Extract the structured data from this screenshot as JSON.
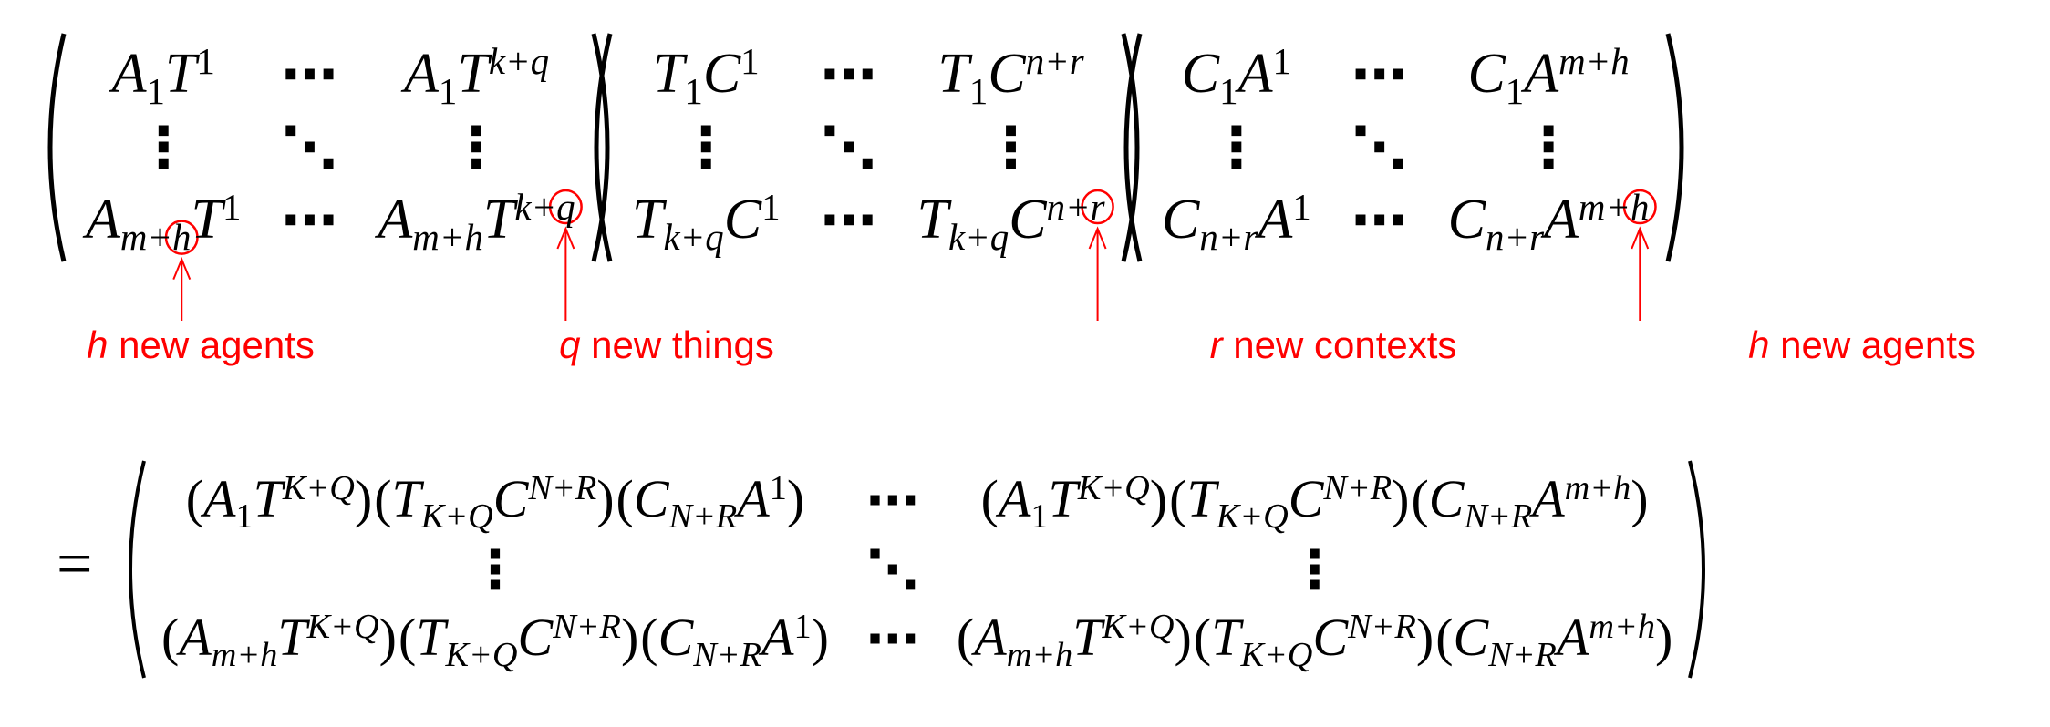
{
  "top_equation": {
    "matrices": [
      {
        "rows": [
          [
            [
              {
                "b": "A",
                "sub": "1",
                "sup": ""
              },
              {
                "b": "T",
                "sub": "",
                "sup": "1"
              }
            ],
            "⋯",
            [
              {
                "b": "A",
                "sub": "1",
                "sup": ""
              },
              {
                "b": "T",
                "sub": "",
                "sup": "k+q"
              }
            ]
          ],
          [
            "⋮",
            "⋱",
            "⋮"
          ],
          [
            [
              {
                "b": "A",
                "sub": "m+h",
                "sup": ""
              },
              {
                "b": "T",
                "sub": "",
                "sup": "1"
              }
            ],
            "⋯",
            [
              {
                "b": "A",
                "sub": "m+h",
                "sup": ""
              },
              {
                "b": "T",
                "sub": "",
                "sup": "k+q"
              }
            ]
          ]
        ]
      },
      {
        "rows": [
          [
            [
              {
                "b": "T",
                "sub": "1",
                "sup": ""
              },
              {
                "b": "C",
                "sub": "",
                "sup": "1"
              }
            ],
            "⋯",
            [
              {
                "b": "T",
                "sub": "1",
                "sup": ""
              },
              {
                "b": "C",
                "sub": "",
                "sup": "n+r"
              }
            ]
          ],
          [
            "⋮",
            "⋱",
            "⋮"
          ],
          [
            [
              {
                "b": "T",
                "sub": "k+q",
                "sup": ""
              },
              {
                "b": "C",
                "sub": "",
                "sup": "1"
              }
            ],
            "⋯",
            [
              {
                "b": "T",
                "sub": "k+q",
                "sup": ""
              },
              {
                "b": "C",
                "sub": "",
                "sup": "n+r"
              }
            ]
          ]
        ]
      },
      {
        "rows": [
          [
            [
              {
                "b": "C",
                "sub": "1",
                "sup": ""
              },
              {
                "b": "A",
                "sub": "",
                "sup": "1"
              }
            ],
            "⋯",
            [
              {
                "b": "C",
                "sub": "1",
                "sup": ""
              },
              {
                "b": "A",
                "sub": "",
                "sup": "m+h"
              }
            ]
          ],
          [
            "⋮",
            "⋱",
            "⋮"
          ],
          [
            [
              {
                "b": "C",
                "sub": "n+r",
                "sup": ""
              },
              {
                "b": "A",
                "sub": "",
                "sup": "1"
              }
            ],
            "⋯",
            [
              {
                "b": "C",
                "sub": "n+r",
                "sup": ""
              },
              {
                "b": "A",
                "sub": "",
                "sup": "m+h"
              }
            ]
          ]
        ]
      }
    ]
  },
  "annotations": [
    {
      "var": "h",
      "text": " new agents"
    },
    {
      "var": "q",
      "text": " new things"
    },
    {
      "var": "r",
      "text": " new contexts"
    },
    {
      "var": "h",
      "text": " new agents"
    }
  ],
  "bottom_equation": {
    "equals": "=",
    "rows": [
      [
        [
          [
            {
              "b": "A",
              "sub": "1",
              "sup": ""
            },
            {
              "b": "T",
              "sub": "",
              "sup": "K+Q"
            }
          ],
          [
            {
              "b": "T",
              "sub": "K+Q",
              "sup": ""
            },
            {
              "b": "C",
              "sub": "",
              "sup": "N+R"
            }
          ],
          [
            {
              "b": "C",
              "sub": "N+R",
              "sup": ""
            },
            {
              "b": "A",
              "sub": "",
              "sup": "1"
            }
          ]
        ],
        "⋯",
        [
          [
            {
              "b": "A",
              "sub": "1",
              "sup": ""
            },
            {
              "b": "T",
              "sub": "",
              "sup": "K+Q"
            }
          ],
          [
            {
              "b": "T",
              "sub": "K+Q",
              "sup": ""
            },
            {
              "b": "C",
              "sub": "",
              "sup": "N+R"
            }
          ],
          [
            {
              "b": "C",
              "sub": "N+R",
              "sup": ""
            },
            {
              "b": "A",
              "sub": "",
              "sup": "m+h"
            }
          ]
        ]
      ],
      [
        "⋮",
        "⋱",
        "⋮"
      ],
      [
        [
          [
            {
              "b": "A",
              "sub": "m+h",
              "sup": ""
            },
            {
              "b": "T",
              "sub": "",
              "sup": "K+Q"
            }
          ],
          [
            {
              "b": "T",
              "sub": "K+Q",
              "sup": ""
            },
            {
              "b": "C",
              "sub": "",
              "sup": "N+R"
            }
          ],
          [
            {
              "b": "C",
              "sub": "N+R",
              "sup": ""
            },
            {
              "b": "A",
              "sub": "",
              "sup": "1"
            }
          ]
        ],
        "⋯",
        [
          [
            {
              "b": "A",
              "sub": "m+h",
              "sup": ""
            },
            {
              "b": "T",
              "sub": "",
              "sup": "K+Q"
            }
          ],
          [
            {
              "b": "T",
              "sub": "K+Q",
              "sup": ""
            },
            {
              "b": "C",
              "sub": "",
              "sup": "N+R"
            }
          ],
          [
            {
              "b": "C",
              "sub": "N+R",
              "sup": ""
            },
            {
              "b": "A",
              "sub": "",
              "sup": "m+h"
            }
          ]
        ]
      ]
    ]
  },
  "colors": {
    "annotation": "#ff0000",
    "text": "#000000"
  }
}
